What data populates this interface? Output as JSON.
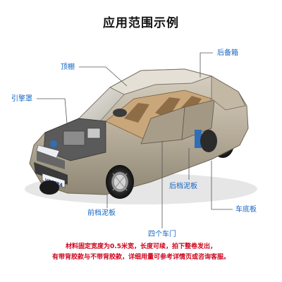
{
  "title": "应用范围示例",
  "labels": {
    "top": "顶棚",
    "hood": "引擎罩",
    "trunk": "后备箱",
    "rear_fender": "后档泥板",
    "front_fender": "前档泥板",
    "chassis": "车底板",
    "four_doors": "四个车门"
  },
  "plate_text": "VECTRA",
  "notes": [
    "材料固定宽度为0.5米宽，长度可续，拍下整卷发出，",
    "有带背胶款与不带背胶款，详细用量可参考详情页或咨询客服。"
  ],
  "colors": {
    "accent": "#1565c0",
    "note": "#d0021b",
    "body": "#b5ab98"
  }
}
